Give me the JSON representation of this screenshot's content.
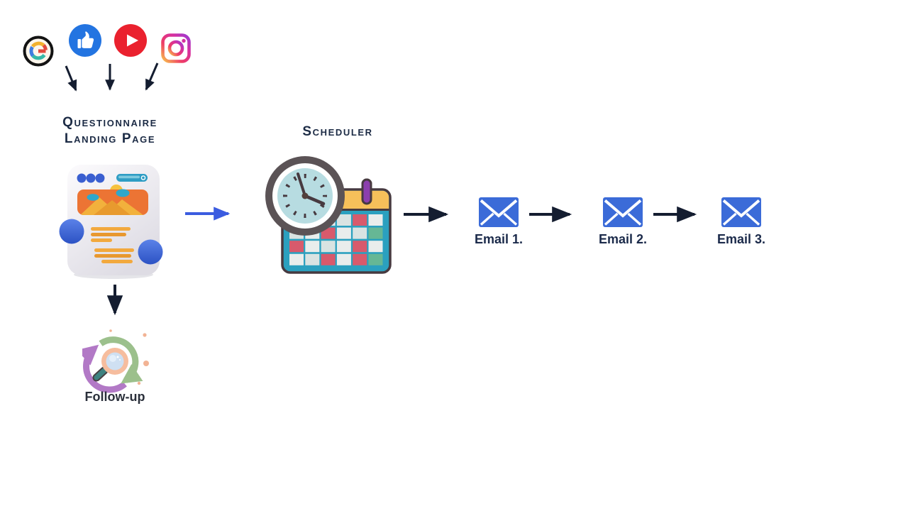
{
  "diagram": {
    "background": "#ffffff",
    "sources": {
      "icons": [
        {
          "name": "google-icon"
        },
        {
          "name": "facebook-like-icon"
        },
        {
          "name": "youtube-icon"
        },
        {
          "name": "instagram-icon"
        }
      ]
    },
    "landing_page": {
      "title_line1": "Questionnaire",
      "title_line2": "Landing Page",
      "icon": "landing-page-illustration"
    },
    "scheduler": {
      "title": "Scheduler",
      "icon": "clock-calendar-illustration"
    },
    "emails": [
      {
        "label": "Email 1.",
        "icon": "envelope-icon"
      },
      {
        "label": "Email 2.",
        "icon": "envelope-icon"
      },
      {
        "label": "Email 3.",
        "icon": "envelope-icon"
      }
    ],
    "follow_up": {
      "label": "Follow-up",
      "icon": "follow-up-cycle-illustration"
    },
    "colors": {
      "heading_text": "#1c2b45",
      "label_text": "#1b2a4a",
      "arrow_dark": "#141d30",
      "arrow_blue": "#3b5ce0",
      "envelope_blue": "#3b6bd8"
    }
  }
}
